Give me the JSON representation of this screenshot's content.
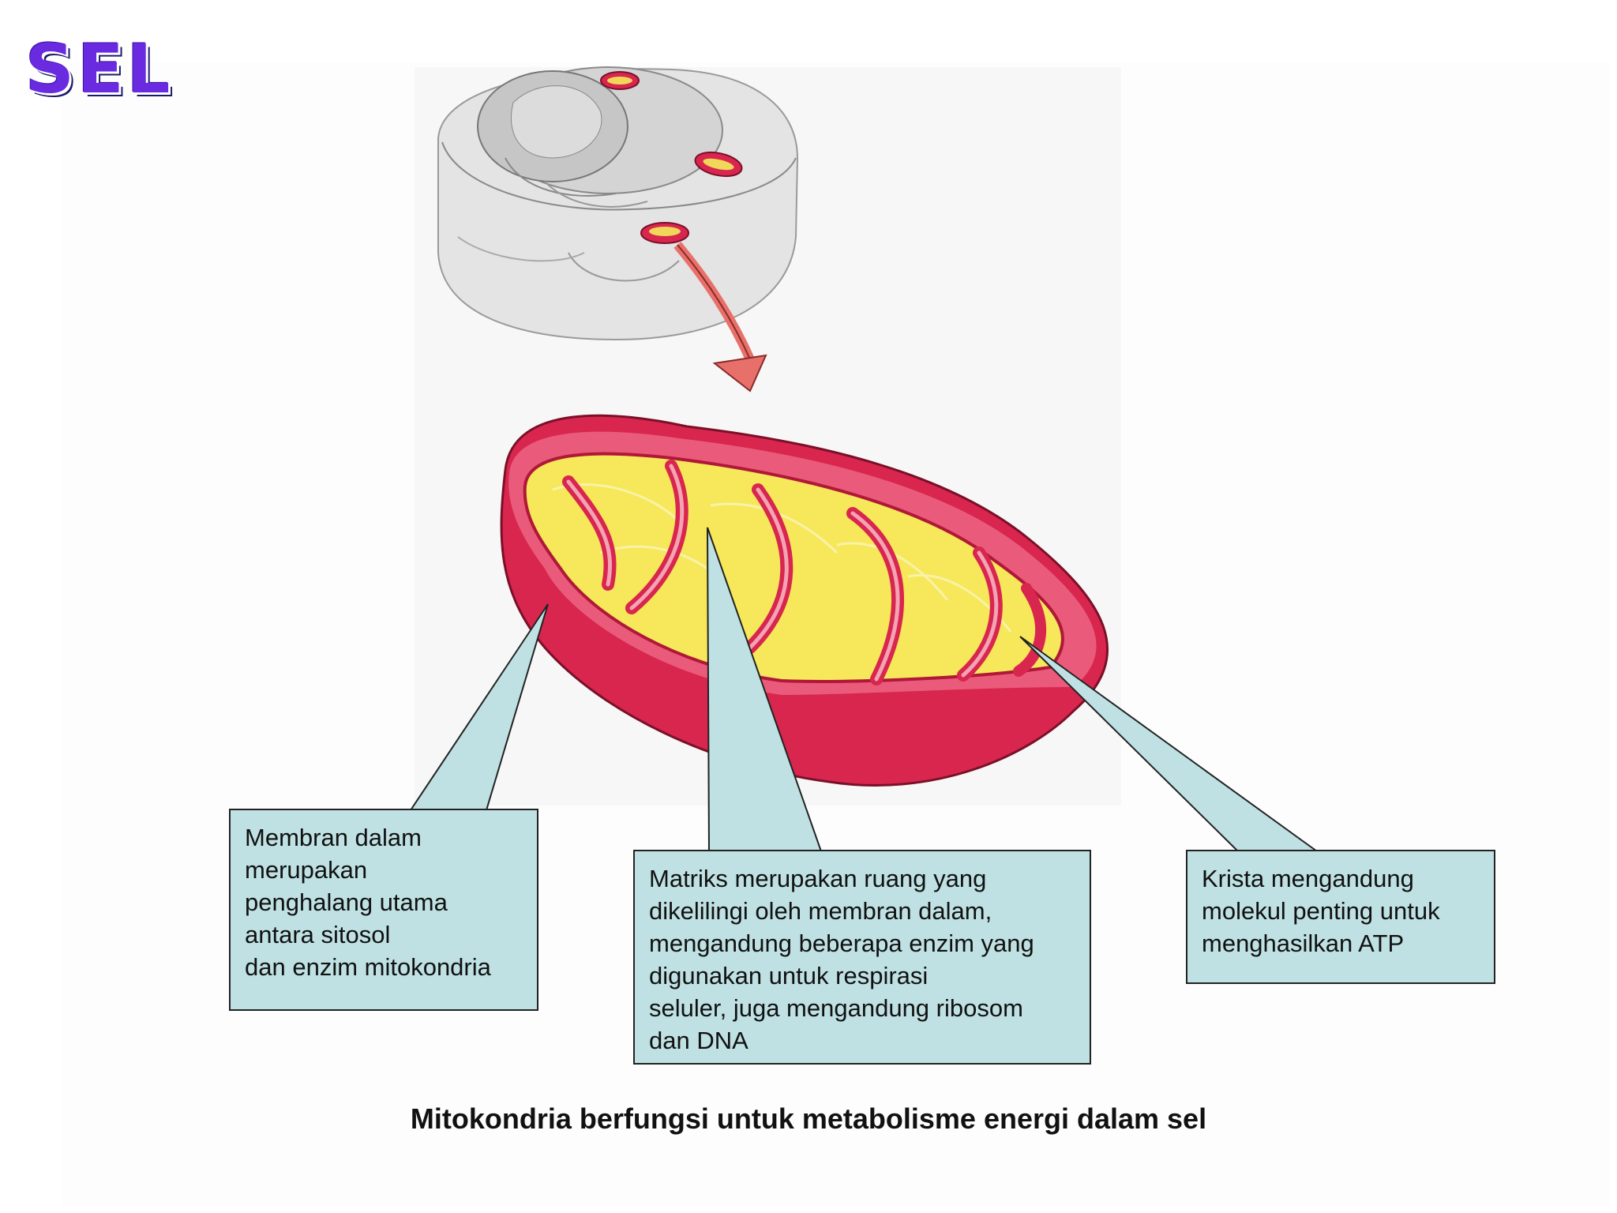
{
  "title": "SEL",
  "callouts": {
    "inner_membrane": "Membran dalam\nmerupakan\npenghalang utama\nantara sitosol\ndan enzim mitokondria",
    "matrix": "Matriks merupakan ruang yang\ndikelilingi oleh membran dalam,\nmengandung beberapa enzim yang\ndigunakan untuk respirasi\nseluler, juga mengandung ribosom\ndan DNA",
    "cristae": "Krista mengandung\nmolekul penting untuk\nmenghasilkan ATP"
  },
  "caption": "Mitokondria berfungsi untuk metabolisme energi dalam sel",
  "colors": {
    "title": "#6a2be0",
    "callout_fill": "#bfe1e3",
    "mito_outer": "#d8264e",
    "mito_matrix": "#f6e85a",
    "arrow": "#e8706a"
  }
}
